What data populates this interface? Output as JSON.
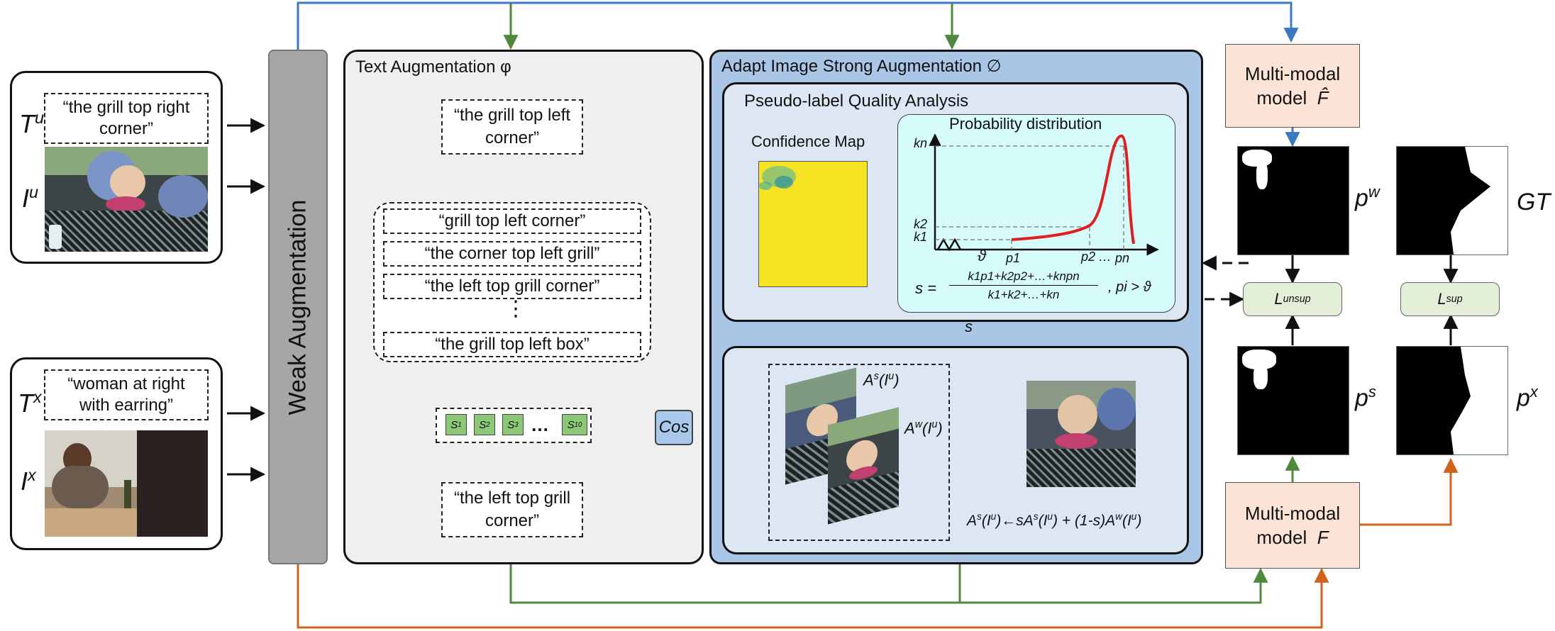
{
  "inputs": {
    "unlabeled": {
      "t_symbol": "T",
      "t_sup": "u",
      "text": "“the grill top right corner”",
      "i_symbol": "I",
      "i_sup": "u"
    },
    "labeled": {
      "t_symbol": "T",
      "t_sup": "x",
      "text": "“woman at right with earring”",
      "i_symbol": "I",
      "i_sup": "x"
    }
  },
  "weak_aug": {
    "label": "Weak Augmentation"
  },
  "text_aug": {
    "title": "Text Augmentation φ",
    "original": "“the grill top left corner”",
    "variants": [
      "“grill top left corner”",
      "“the corner top left grill”",
      "“the left top grill corner”",
      "“the grill top left box”"
    ],
    "ellipsis": "⋮",
    "scores": [
      "S1",
      "S2",
      "S3",
      "S10"
    ],
    "scores_ellipsis": "…",
    "cos": "Cos",
    "selected": "“the left top grill corner”"
  },
  "image_aug": {
    "title": "Adapt Image Strong Augmentation ∅",
    "pq_title": "Pseudo-label Quality Analysis",
    "confidence_map": "Confidence Map",
    "prob_title": "Probability distribution",
    "axis_labels": {
      "kn": "kn",
      "k2": "k2",
      "k1": "k1",
      "theta": "ϑ",
      "p1": "p1",
      "p2": "p2",
      "dots": "…",
      "pn": "pn"
    },
    "formula": {
      "lhs": "s =",
      "numerator": "k1p1+k2p2+…+knpn",
      "denominator": "k1+k2+…+kn",
      "condition": ", pi > ϑ"
    },
    "s_label": "s",
    "as_label": "As(Iu)",
    "aw_label": "Aw(Iu)",
    "mix_formula": "As(Iu)←sAs(Iu) + (1-s)Aw(Iu)"
  },
  "right": {
    "teacher": "Multi-modal model F̂",
    "student": "Multi-modal model F",
    "pw": "pw",
    "ps": "ps",
    "gt": "GT",
    "px": "px",
    "l_unsup": "Lunsup",
    "l_sup": "Lsup"
  },
  "colors": {
    "blue": "#3a78c4",
    "green": "#4f8a3a",
    "orange": "#d0621c",
    "panel_gray": "#efefef",
    "panel_blue": "#a9c6e6",
    "inner_blue": "#dde7f3",
    "cyan": "#d6fbfb",
    "model_fill": "#fbe4d5",
    "loss_fill": "#e3efd9",
    "conf_yellow": "#f5e324"
  }
}
